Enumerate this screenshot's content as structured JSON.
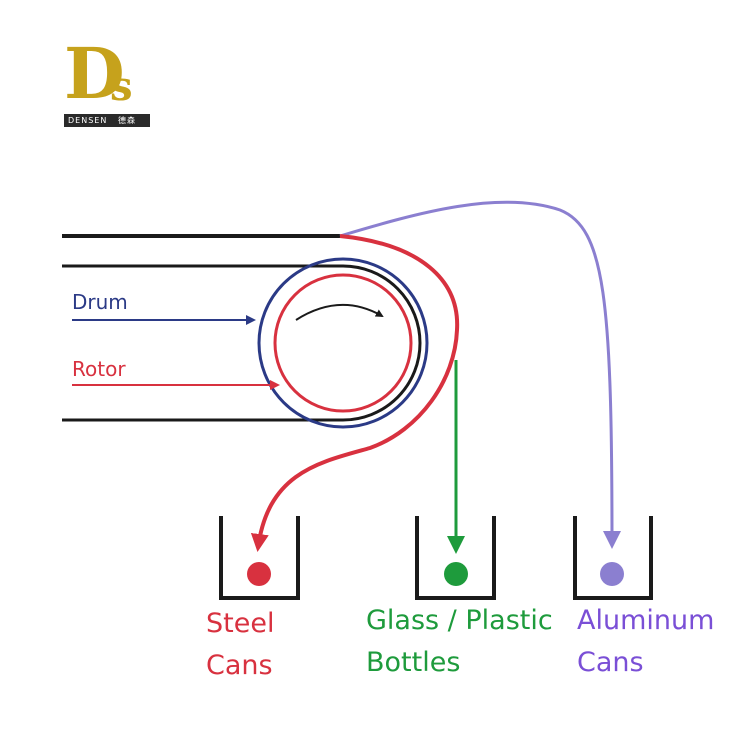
{
  "logo": {
    "letters": "Ds",
    "band_en": "DENSEN",
    "band_cn": "德森"
  },
  "labels": {
    "drum": "Drum",
    "rotor": "Rotor"
  },
  "outputs": [
    {
      "line1": "Steel",
      "line2": "Cans",
      "color": "#d8313f"
    },
    {
      "line1": "Glass / Plastic",
      "line2": "Bottles",
      "color": "#1e9b3c"
    },
    {
      "line1": "Aluminum",
      "line2": "Cans",
      "color": "#7a4fd6"
    }
  ],
  "colors": {
    "belt": "#1a1a1a",
    "drum": "#2b3a86",
    "rotor": "#d8313f",
    "steel": "#d8313f",
    "glass": "#1e9b3c",
    "aluminum": "#8b7fd0",
    "logo_gold": "#c6a21c"
  }
}
